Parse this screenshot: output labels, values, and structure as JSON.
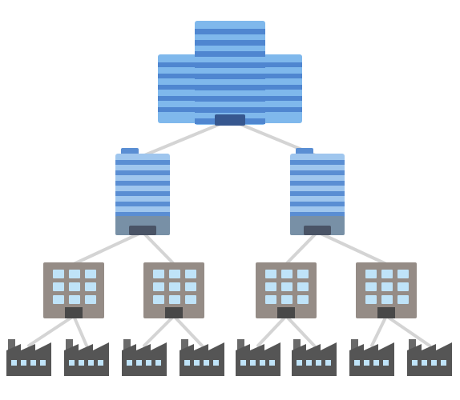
{
  "diagram": {
    "type": "hierarchy",
    "levels": [
      {
        "level": 1,
        "icon": "headquarters-building-icon",
        "count": 1
      },
      {
        "level": 2,
        "icon": "office-tower-icon",
        "count": 2
      },
      {
        "level": 3,
        "icon": "office-building-icon",
        "count": 4
      },
      {
        "level": 4,
        "icon": "factory-icon",
        "count": 8
      }
    ],
    "edges": [
      [
        "hq",
        "tower-1"
      ],
      [
        "hq",
        "tower-2"
      ],
      [
        "tower-1",
        "office-1"
      ],
      [
        "tower-1",
        "office-2"
      ],
      [
        "tower-2",
        "office-3"
      ],
      [
        "tower-2",
        "office-4"
      ],
      [
        "office-1",
        "factory-1"
      ],
      [
        "office-1",
        "factory-2"
      ],
      [
        "office-2",
        "factory-3"
      ],
      [
        "office-2",
        "factory-4"
      ],
      [
        "office-3",
        "factory-5"
      ],
      [
        "office-3",
        "factory-6"
      ],
      [
        "office-4",
        "factory-7"
      ],
      [
        "office-4",
        "factory-8"
      ]
    ],
    "colors": {
      "connector": "#d4d4d4",
      "hq_light": "#7fb8ec",
      "hq_stripe": "#4f86d0",
      "hq_door": "#36578f",
      "tower_light": "#9fc6ee",
      "tower_stripe": "#5a8ed3",
      "tower_base": "#7890a6",
      "tower_door": "#4a5466",
      "office_wall": "#958c86",
      "office_window": "#bfe3f8",
      "office_door": "#484848",
      "factory_wall": "#555555",
      "factory_roof": "#6a6a6a",
      "factory_window": "#bfe3f8"
    }
  }
}
